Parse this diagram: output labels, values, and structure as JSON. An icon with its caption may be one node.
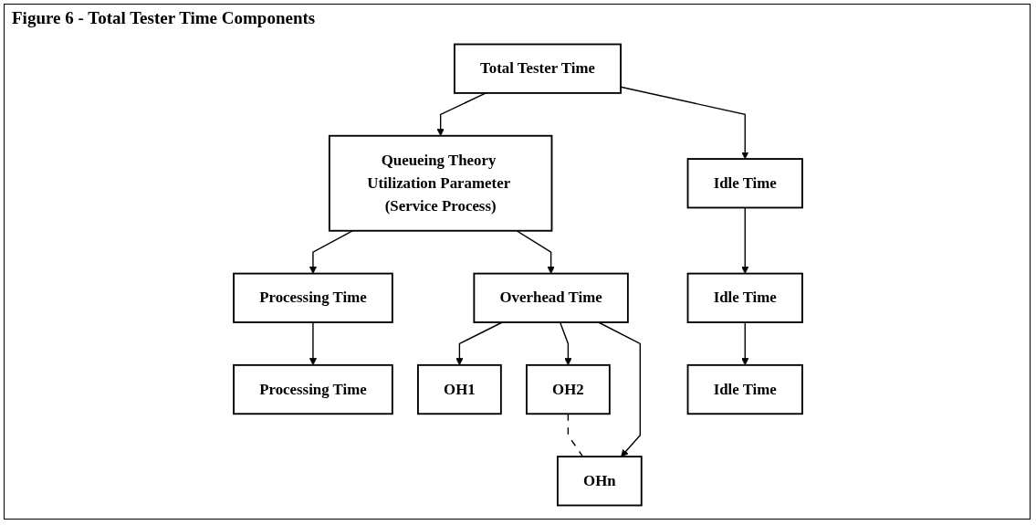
{
  "diagram": {
    "title": "Figure 6 - Total Tester Time Components",
    "nodes": [
      {
        "text": [
          "Total Tester Time"
        ]
      },
      {
        "text": [
          "Queueing Theory Utilization Parameter (Service Process)"
        ]
      },
      {
        "text": [
          "Idle Time"
        ]
      },
      {
        "text": [
          "Processing Time"
        ]
      },
      {
        "text": [
          "Overhead Time"
        ]
      },
      {
        "text": [
          "Idle Time"
        ]
      },
      {
        "text": [
          "Processing Time"
        ]
      },
      {
        "text": [
          "OH1"
        ]
      },
      {
        "text": [
          "OH2"
        ]
      },
      {
        "text": [
          "OHn"
        ]
      },
      {
        "text": [
          "Idle Time"
        ]
      }
    ],
    "edges": [
      {
        "from": 0,
        "to": 1,
        "arrow": "to"
      },
      {
        "from": 0,
        "to": 2,
        "arrow": "to"
      },
      {
        "from": 1,
        "to": 3,
        "arrow": "to"
      },
      {
        "from": 1,
        "to": 4,
        "arrow": "to"
      },
      {
        "from": 2,
        "to": 5,
        "arrow": "to"
      },
      {
        "from": 3,
        "to": 6,
        "arrow": "to"
      },
      {
        "from": 4,
        "to": 7,
        "arrow": "to"
      },
      {
        "from": 4,
        "to": 8,
        "arrow": "to"
      },
      {
        "from": 4,
        "to": 9,
        "arrow": "to"
      },
      {
        "from": 5,
        "to": 10,
        "arrow": "to"
      },
      {
        "from": 8,
        "to": 9,
        "arrow": "none",
        "style": "dashed"
      }
    ]
  }
}
